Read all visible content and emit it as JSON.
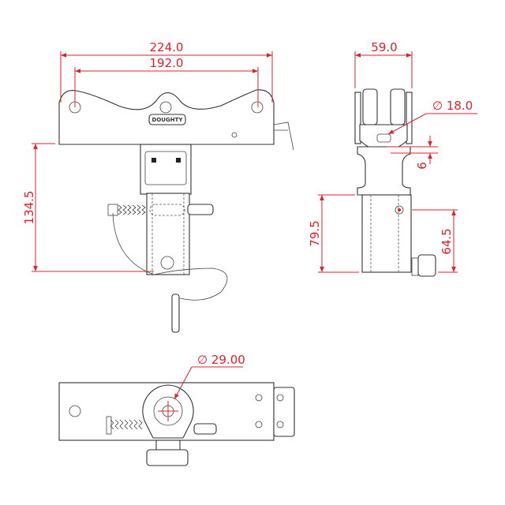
{
  "drawing": {
    "front_view": {
      "logo_text": "DOUGHTY",
      "dimensions": {
        "overall_width": "224.0",
        "hole_spacing": "192.0",
        "height": "134.5"
      }
    },
    "side_view": {
      "dimensions": {
        "width": "59.0",
        "hole_diameter": "∅ 18.0",
        "offset": "6",
        "tube_length": "79.5",
        "pin_height": "64.5"
      }
    },
    "bottom_view": {
      "dimensions": {
        "spigot_diameter": "∅ 29.00"
      }
    },
    "colors": {
      "dimension": "#e0202a",
      "outline": "#333333"
    }
  }
}
